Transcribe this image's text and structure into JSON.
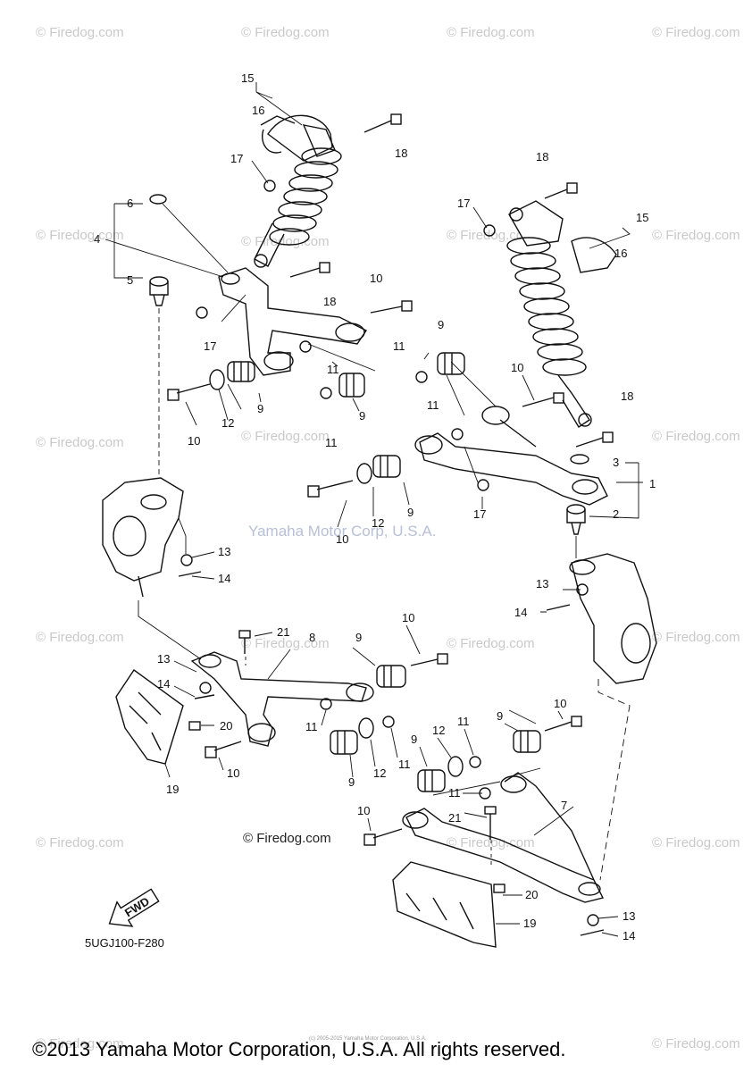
{
  "watermark": "© Firedog.com",
  "center_watermark": "Yamaha Motor Corp, U.S.A.",
  "inline_firedog": "© Firedog.com",
  "diagram_code": "5UGJ100-F280",
  "fwd_label": "FWD",
  "copyright": "©2013 Yamaha Motor Corporation, U.S.A. All rights reserved.",
  "tiny_text": "(c) 2005-2015 Yamaha Motor Corporation, U.S.A.",
  "callouts": {
    "c15a": "15",
    "c16a": "16",
    "c17a": "17",
    "c18a": "18",
    "c6": "6",
    "c4": "4",
    "c5": "5",
    "c17b": "17",
    "c18b": "18",
    "c10a": "10",
    "c10b": "10",
    "c12a": "12",
    "c9a": "9",
    "c11a": "11",
    "c9b": "9",
    "c11b": "11",
    "c18c": "18",
    "c17c": "17",
    "c15b": "15",
    "c16b": "16",
    "c9c": "9",
    "c11c": "11",
    "c10c": "10",
    "c11d": "11",
    "c18d": "18",
    "c3": "3",
    "c1": "1",
    "c2": "2",
    "c17d": "17",
    "c10d": "10",
    "c12b": "12",
    "c9d": "9",
    "c13a": "13",
    "c14a": "14",
    "c13b": "13",
    "c14b": "14",
    "c21a": "21",
    "c8": "8",
    "c9e": "9",
    "c10e": "10",
    "c13c": "13",
    "c14c": "14",
    "c20a": "20",
    "c11e": "11",
    "c10f": "10",
    "c19a": "19",
    "c9f": "9",
    "c12c": "12",
    "c11f": "11",
    "c9g": "9",
    "c12d": "12",
    "c11g": "11",
    "c9h": "9",
    "c10g": "10",
    "c11h": "11",
    "c10h": "10",
    "c21b": "21",
    "c7": "7",
    "c20b": "20",
    "c19b": "19",
    "c13d": "13",
    "c14d": "14"
  }
}
